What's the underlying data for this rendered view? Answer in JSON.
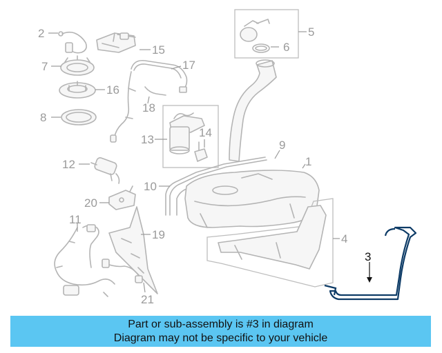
{
  "callouts": {
    "c1": "1",
    "c2": "2",
    "c3": "3",
    "c4": "4",
    "c5": "5",
    "c6": "6",
    "c7": "7",
    "c8": "8",
    "c9": "9",
    "c10": "10",
    "c11": "11",
    "c12": "12",
    "c13": "13",
    "c14": "14",
    "c15": "15",
    "c16": "16",
    "c17": "17",
    "c18": "18",
    "c19": "19",
    "c20": "20",
    "c21": "21"
  },
  "highlight_part": "3",
  "colors": {
    "highlight_part": "#0d3b66",
    "banner": "#5bc6f2",
    "line_art": "#b4b4b4"
  },
  "banner": {
    "line1": "Part or sub-assembly is #3 in diagram",
    "line2": "Diagram may not be specific to your vehicle"
  }
}
